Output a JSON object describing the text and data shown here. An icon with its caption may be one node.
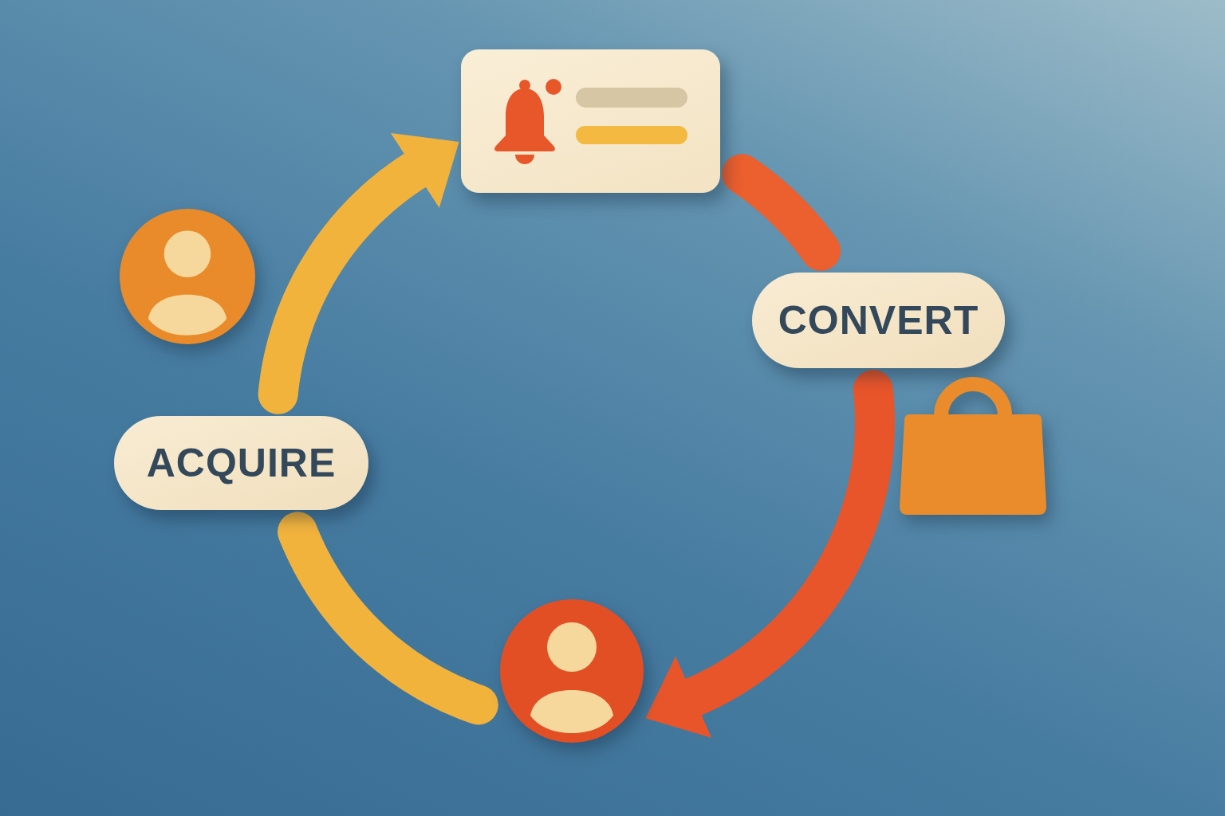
{
  "diagram": {
    "nodes": [
      {
        "text": [],
        "shape": "box"
      },
      {
        "text": [],
        "shape": "person"
      },
      {
        "text": [
          "ACQUIRE"
        ]
      },
      {
        "text": [
          "CONVERT"
        ]
      },
      {
        "text": [],
        "shape": "bag"
      },
      {
        "text": [],
        "shape": "person"
      }
    ],
    "edges": [
      {
        "from": 5,
        "to": 2,
        "arrow": "none",
        "color": "#f2b33d"
      },
      {
        "from": 2,
        "to": 0,
        "arrow": "to",
        "color": "#f2b33d"
      },
      {
        "from": 0,
        "to": 3,
        "arrow": "none",
        "color": "#ec5f2e"
      },
      {
        "from": 3,
        "to": 5,
        "arrow": "to",
        "color": "#e8552a"
      }
    ]
  }
}
